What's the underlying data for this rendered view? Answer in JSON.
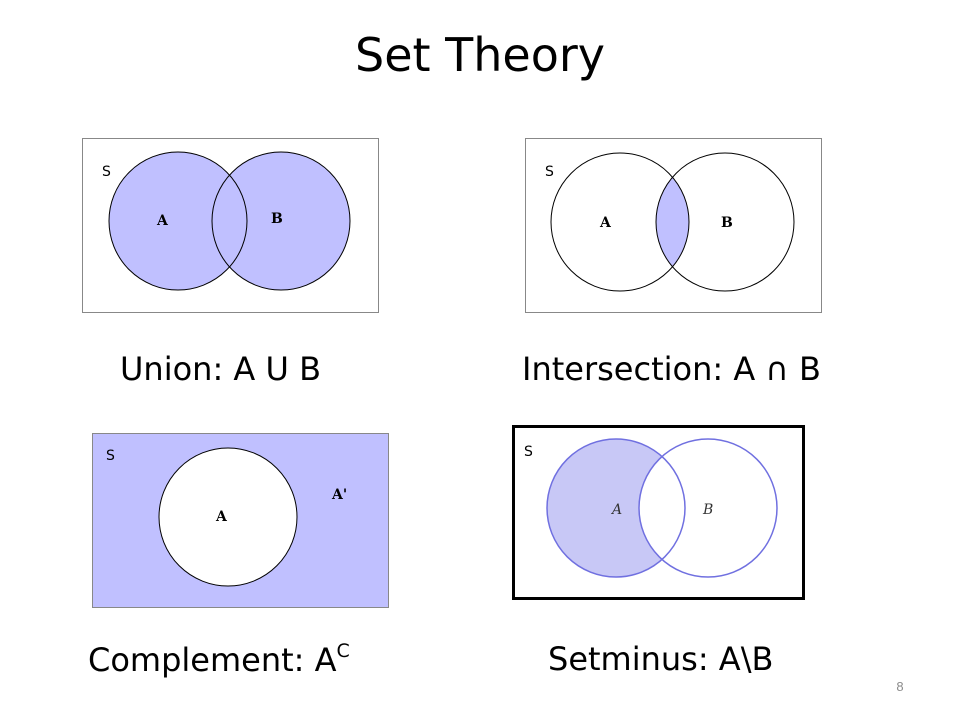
{
  "title": "Set Theory",
  "colors": {
    "shade": "#c0c0ff",
    "outline": "#000000",
    "setminus_fill": "#c8c8f6",
    "setminus_outline": "#7070e0"
  },
  "panels": {
    "union": {
      "universe_label": "S",
      "label_a": "A",
      "label_b": "B",
      "caption": "Union: A U B"
    },
    "intersection": {
      "universe_label": "S",
      "label_a": "A",
      "label_b": "B",
      "caption": "Intersection: A ∩ B"
    },
    "complement": {
      "universe_label": "S",
      "label_a": "A",
      "label_complement": "A'",
      "caption_main": "Complement: A",
      "caption_sup": "C"
    },
    "setminus": {
      "universe_label": "S",
      "label_a": "A",
      "label_b": "B",
      "caption": "Setminus: A\\B"
    }
  },
  "slide_number": "8"
}
